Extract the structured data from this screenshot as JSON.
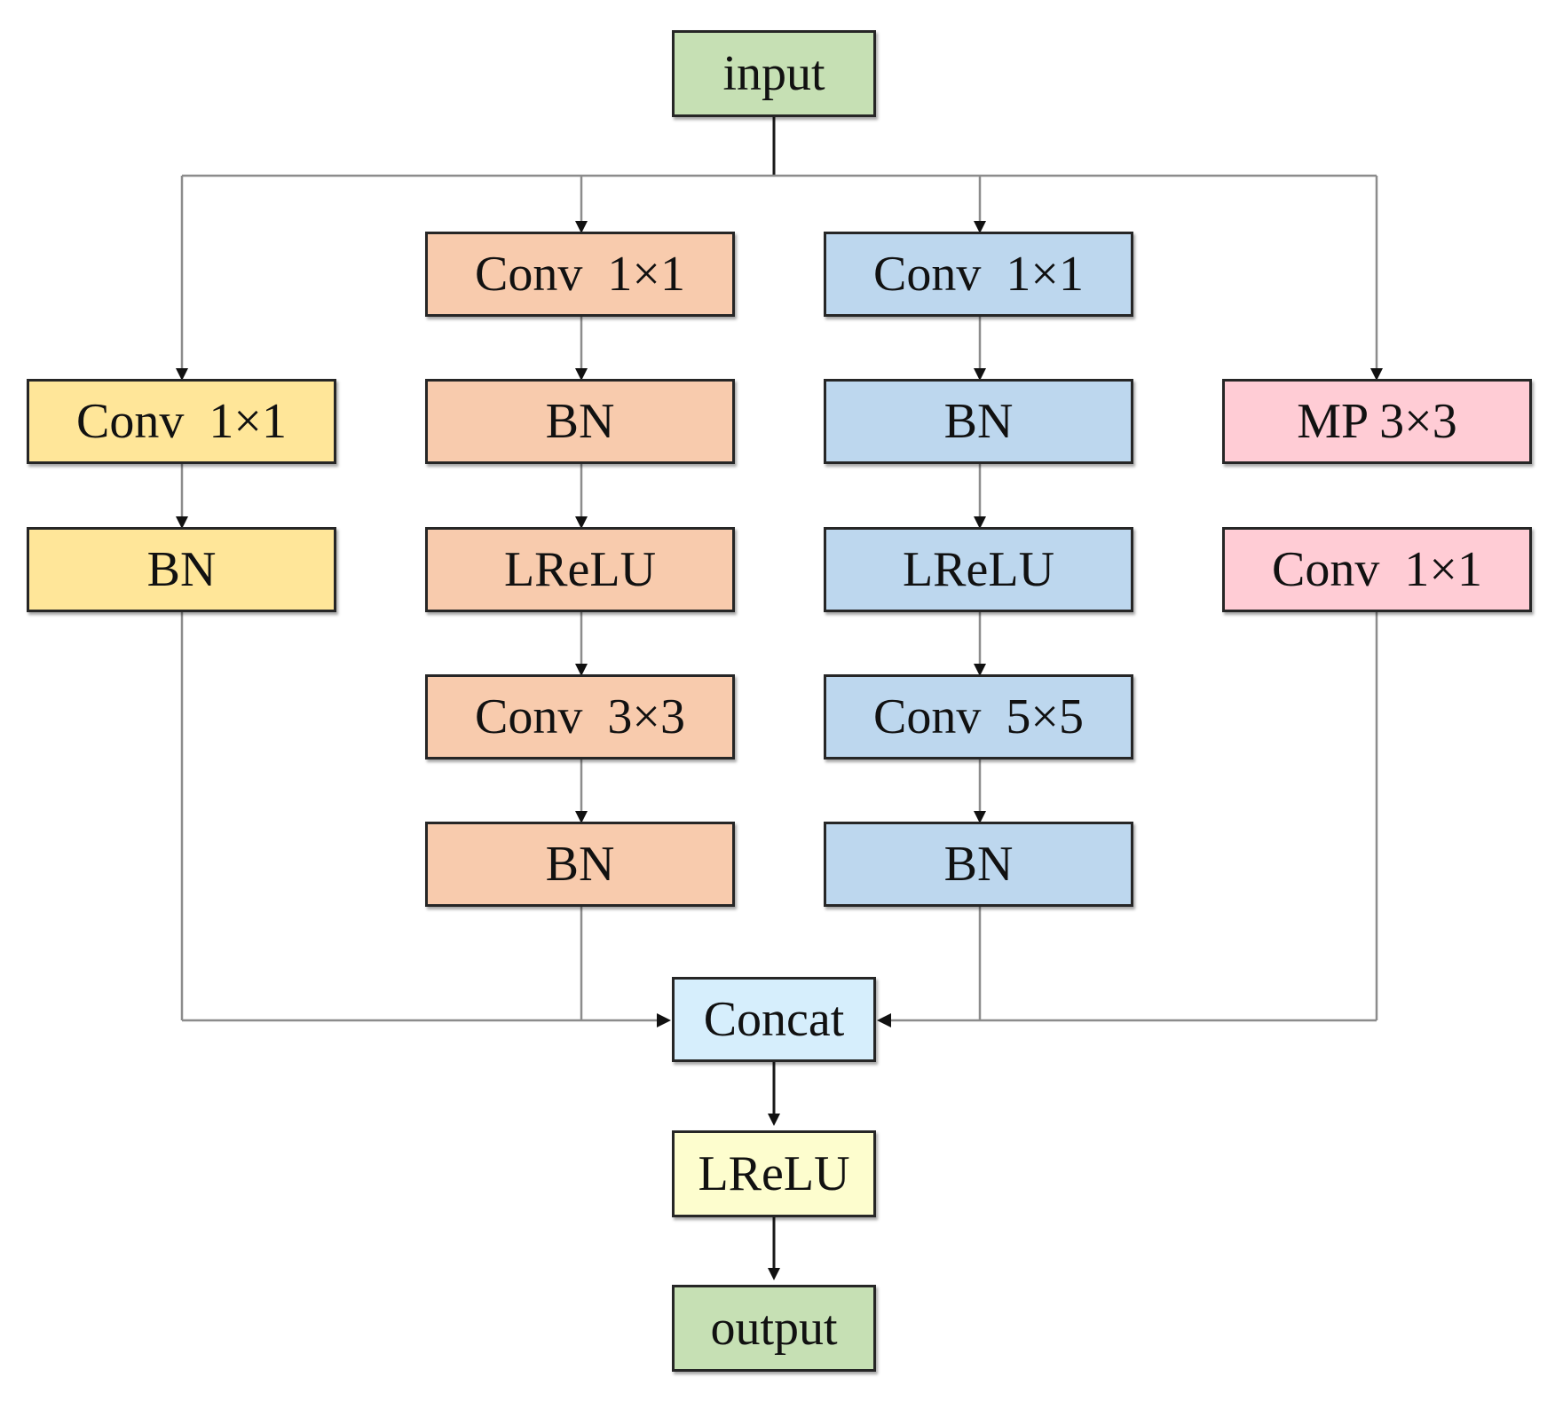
{
  "colors": {
    "io": "#c6e0b4",
    "branch1": "#ffe699",
    "branch2": "#f8cbad",
    "branch3": "#bdd7ee",
    "branch4": "#ffccd5",
    "concat": "#d6eefc",
    "lrelu_out": "#fdfdce"
  },
  "nodes": {
    "input": "input",
    "b1_conv": "Conv  1×1",
    "b1_bn": "BN",
    "b2_conv1": "Conv  1×1",
    "b2_bn1": "BN",
    "b2_lrelu": "LReLU",
    "b2_conv3": "Conv  3×3",
    "b2_bn2": "BN",
    "b3_conv1": "Conv  1×1",
    "b3_bn1": "BN",
    "b3_lrelu": "LReLU",
    "b3_conv5": "Conv  5×5",
    "b3_bn2": "BN",
    "b4_mp": "MP 3×3",
    "b4_conv": "Conv  1×1",
    "concat": "Concat",
    "lrelu": "LReLU",
    "output": "output"
  }
}
